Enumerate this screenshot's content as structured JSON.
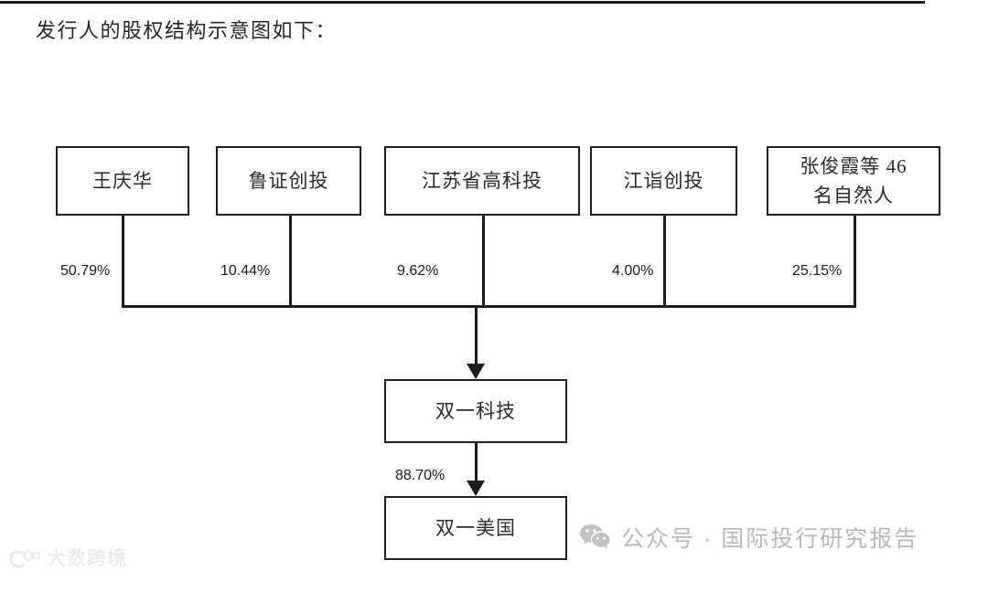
{
  "document": {
    "heading": "发行人的股权结构示意图如下："
  },
  "chart_data": {
    "type": "diagram",
    "title": "发行人的股权结构示意图如下：",
    "shareholders": [
      {
        "name": "王庆华",
        "stake": "50.79%"
      },
      {
        "name": "鲁证创投",
        "stake": "10.44%"
      },
      {
        "name": "江苏省高科投",
        "stake": "9.62%"
      },
      {
        "name": "江诣创投",
        "stake": "4.00%"
      },
      {
        "name": "张俊霞等 46",
        "name_line2": "名自然人",
        "stake": "25.15%"
      }
    ],
    "issuer": {
      "name": "双一科技"
    },
    "subsidiary": {
      "name": "双一美国",
      "stake": "88.70%"
    },
    "edges": [
      {
        "from": "王庆华",
        "to": "双一科技",
        "label": "50.79%"
      },
      {
        "from": "鲁证创投",
        "to": "双一科技",
        "label": "10.44%"
      },
      {
        "from": "江苏省高科投",
        "to": "双一科技",
        "label": "9.62%"
      },
      {
        "from": "江诣创投",
        "to": "双一科技",
        "label": "4.00%"
      },
      {
        "from": "张俊霞等 46 名自然人",
        "to": "双一科技",
        "label": "25.15%"
      },
      {
        "from": "双一科技",
        "to": "双一美国",
        "label": "88.70%"
      }
    ]
  },
  "watermarks": {
    "left": {
      "text": "大数跨境",
      "icon": "dashu-logo-icon"
    },
    "right": {
      "text": "公众号 · 国际投行研究报告",
      "icon": "wechat-icon"
    }
  },
  "colors": {
    "line": "#1c1c1c",
    "text": "#2b2b2b",
    "watermark_right": "#b9b9b9",
    "watermark_left": "#ececec"
  }
}
